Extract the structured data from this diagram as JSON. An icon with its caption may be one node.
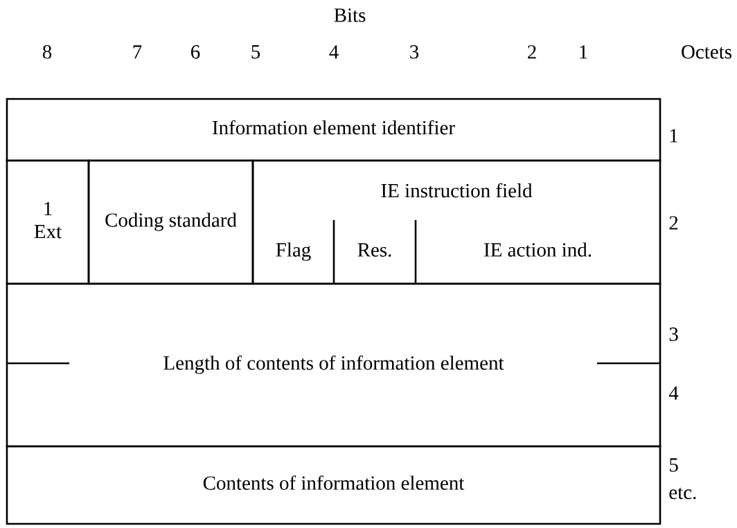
{
  "diagram": {
    "nodes": [
      {
        "text": [
          "Information element identifier"
        ]
      },
      {
        "text": [
          "1",
          "Ext"
        ]
      },
      {
        "text": [
          "Coding standard"
        ]
      },
      {
        "text": [
          "IE instruction field"
        ]
      },
      {
        "text": [
          "Flag"
        ],
        "in": 3
      },
      {
        "text": [
          "Res."
        ],
        "in": 3
      },
      {
        "text": [
          "IE action ind."
        ],
        "in": 3
      },
      {
        "text": [
          "Length of contents of information element"
        ]
      },
      {
        "text": [
          "Contents of information element"
        ]
      }
    ],
    "labels": [
      "Bits",
      "8",
      "7",
      "6",
      "5",
      "4",
      "3",
      "2",
      "1",
      "Octets",
      "1",
      "2",
      "3",
      "4",
      "5",
      "etc."
    ]
  }
}
